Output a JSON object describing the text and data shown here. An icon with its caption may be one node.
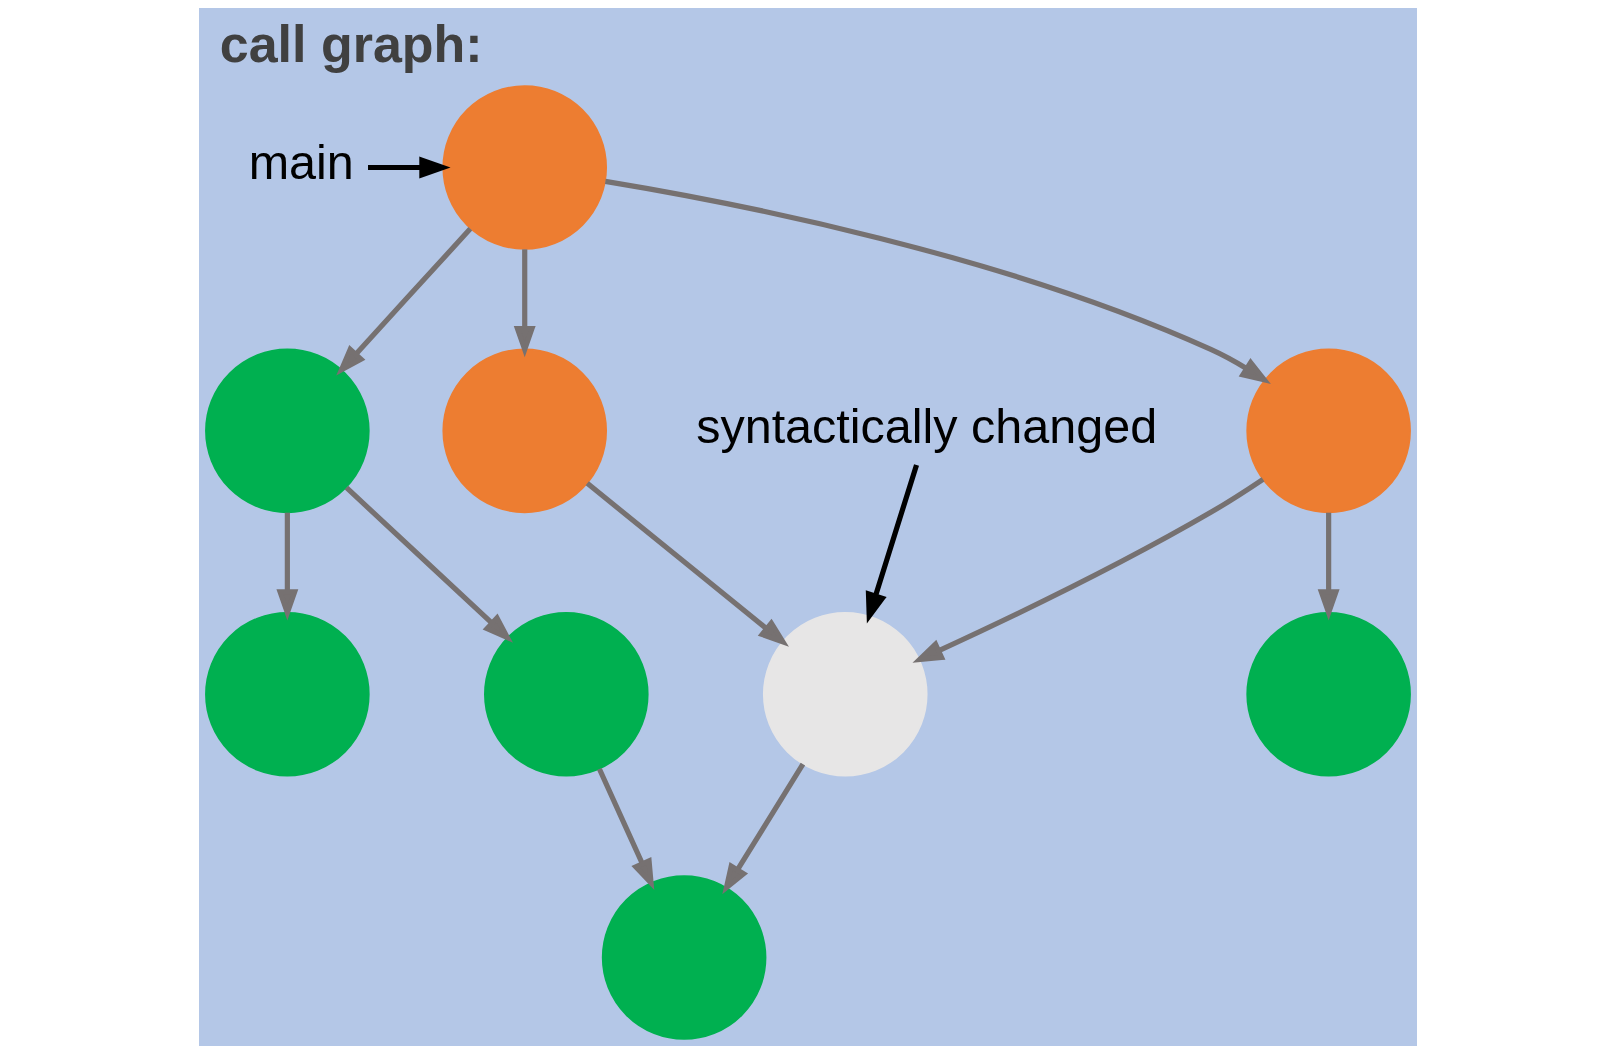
{
  "diagram": {
    "title": "call graph:",
    "nodes": [
      {
        "text": [],
        "shape": "circle"
      },
      {
        "text": [],
        "shape": "circle"
      },
      {
        "text": [],
        "shape": "circle"
      },
      {
        "text": [],
        "shape": "circle"
      },
      {
        "text": [],
        "shape": "circle"
      },
      {
        "text": [],
        "shape": "circle"
      },
      {
        "text": [],
        "shape": "circle"
      },
      {
        "text": [],
        "shape": "circle"
      },
      {
        "text": [],
        "shape": "circle"
      },
      {
        "text": [
          "main"
        ]
      },
      {
        "text": [
          "syntactically changed"
        ]
      }
    ],
    "edges": [
      {
        "from": 0,
        "to": 1,
        "arrow": "to"
      },
      {
        "from": 0,
        "to": 2,
        "arrow": "to"
      },
      {
        "from": 0,
        "to": 3,
        "arrow": "to"
      },
      {
        "from": 1,
        "to": 4,
        "arrow": "to"
      },
      {
        "from": 1,
        "to": 5,
        "arrow": "to"
      },
      {
        "from": 2,
        "to": 6,
        "arrow": "to"
      },
      {
        "from": 3,
        "to": 6,
        "arrow": "to"
      },
      {
        "from": 3,
        "to": 7,
        "arrow": "to"
      },
      {
        "from": 5,
        "to": 8,
        "arrow": "to"
      },
      {
        "from": 6,
        "to": 8,
        "arrow": "to"
      },
      {
        "from": 9,
        "to": 0,
        "arrow": "to",
        "color": "#000000"
      },
      {
        "from": 10,
        "to": 6,
        "arrow": "to",
        "color": "#000000"
      }
    ]
  }
}
